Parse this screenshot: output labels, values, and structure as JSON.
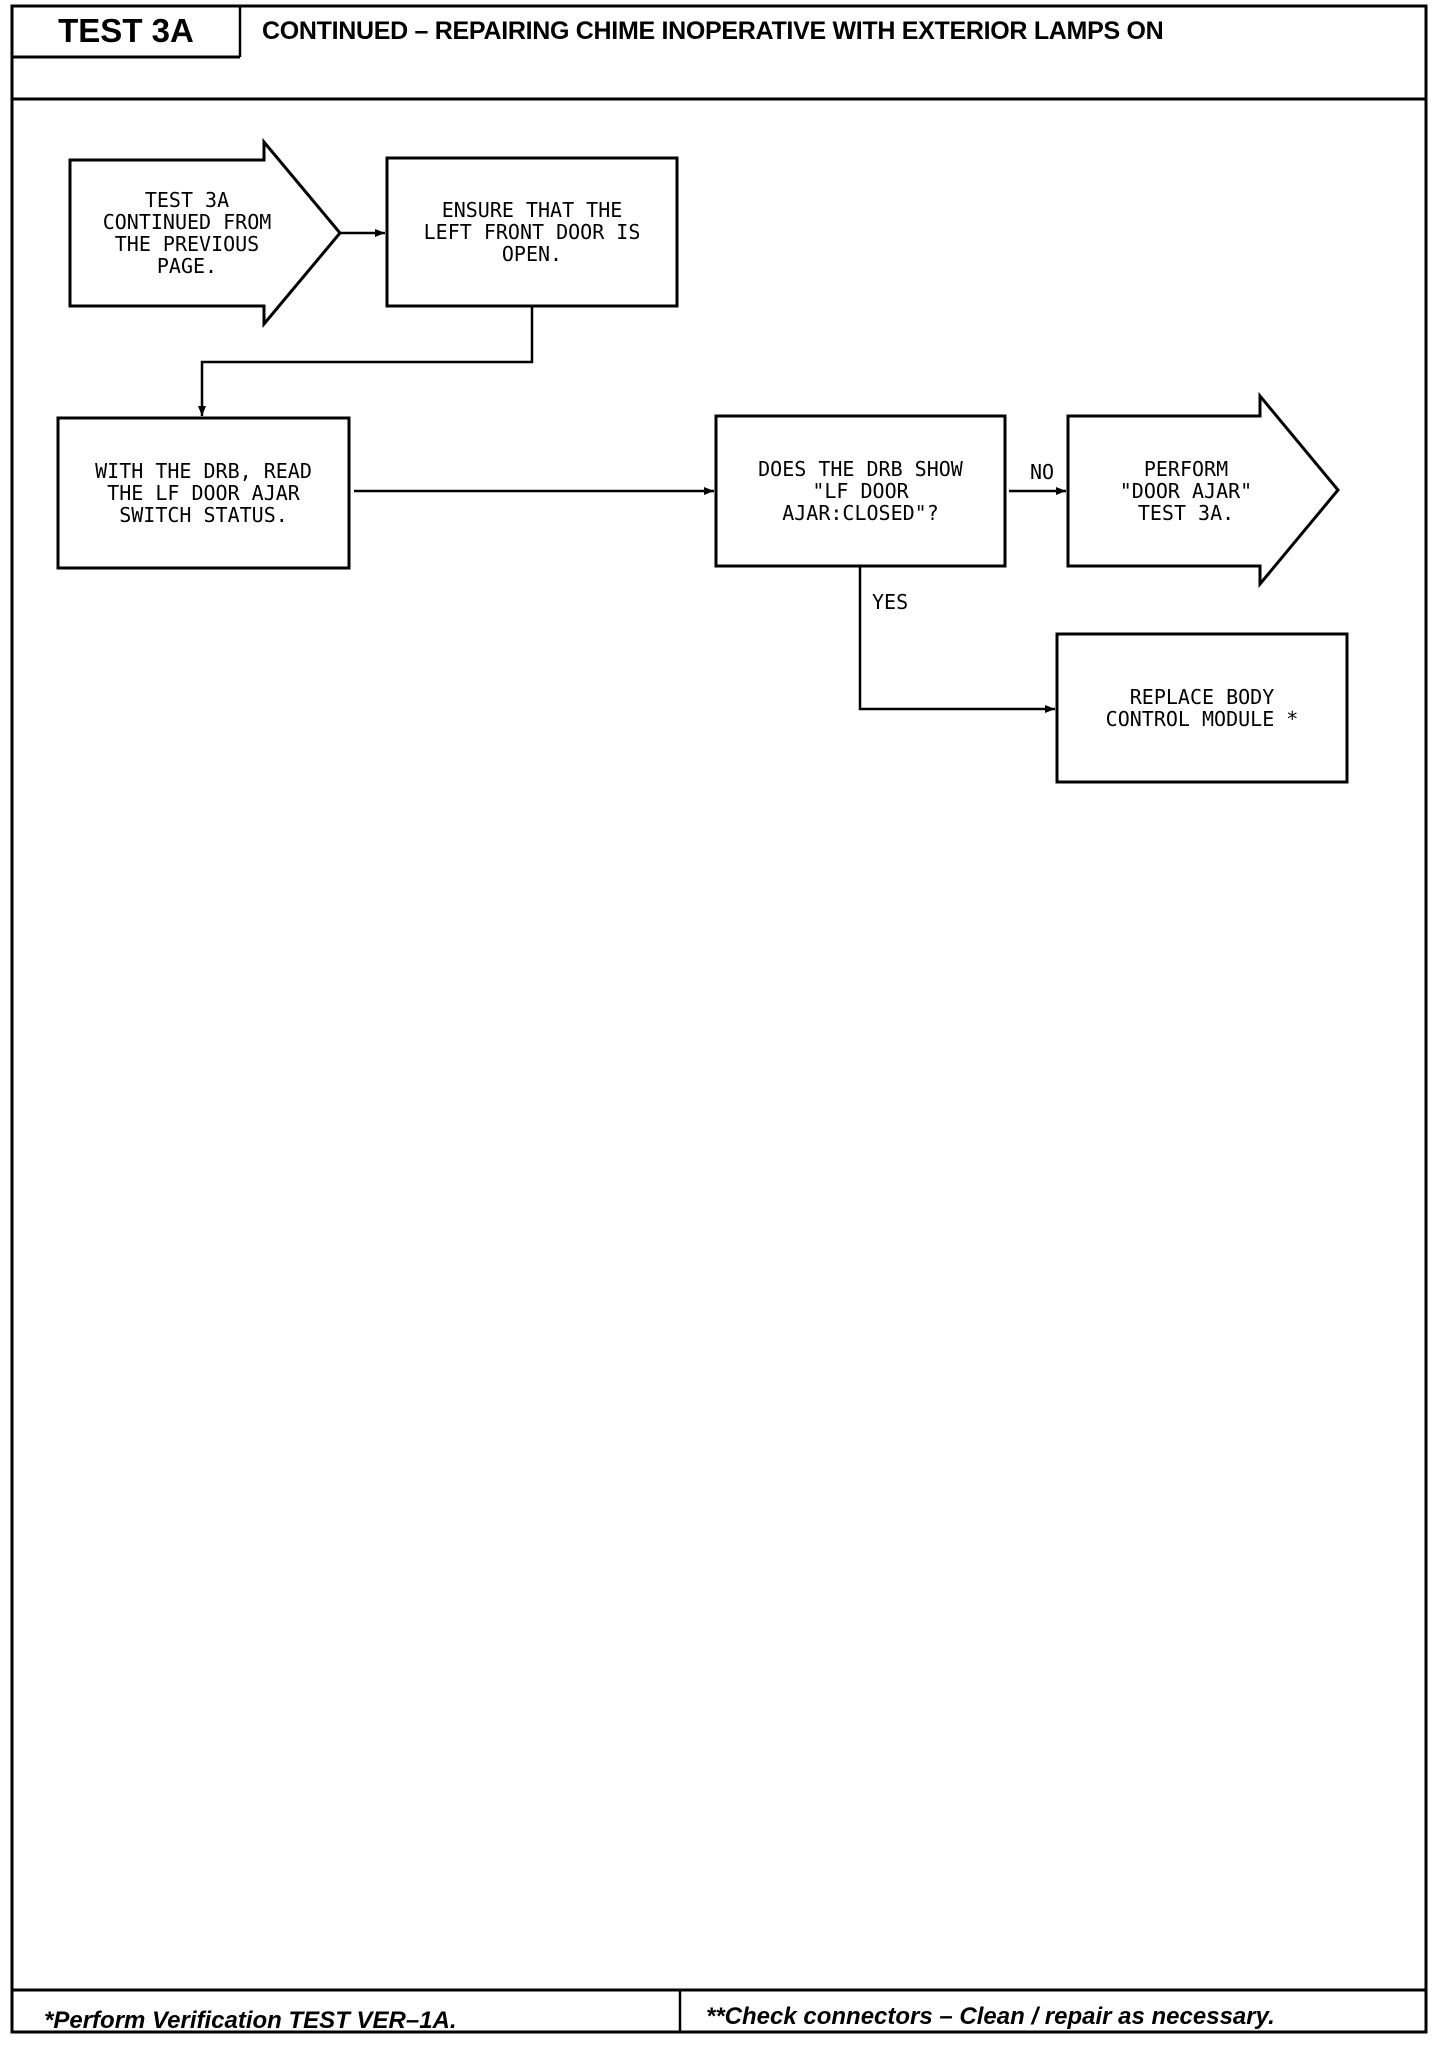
{
  "header": {
    "test_id": "TEST 3A",
    "title": "CONTINUED – REPAIRING CHIME INOPERATIVE WITH EXTERIOR LAMPS ON"
  },
  "flowchart": {
    "nodes": {
      "start": {
        "text": "TEST 3A\nCONTINUED FROM\nTHE PREVIOUS\nPAGE."
      },
      "ensure_door_open": {
        "text": "ENSURE THAT THE\nLEFT FRONT DOOR IS\nOPEN."
      },
      "read_switch_status": {
        "text": "WITH THE DRB, READ\nTHE LF DOOR AJAR\nSWITCH STATUS."
      },
      "decision_closed": {
        "text": "DOES THE DRB SHOW\n\"LF DOOR\nAJAR:CLOSED\"?"
      },
      "perform_door_ajar_test": {
        "text": "PERFORM\n\"DOOR AJAR\"\nTEST 3A."
      },
      "replace_bcm": {
        "text": "REPLACE BODY\nCONTROL MODULE *"
      }
    },
    "edges": {
      "no_label": "NO",
      "yes_label": "YES"
    }
  },
  "footer": {
    "left_note": "*Perform Verification TEST VER–1A.",
    "right_note": "**Check connectors – Clean / repair as necessary."
  }
}
